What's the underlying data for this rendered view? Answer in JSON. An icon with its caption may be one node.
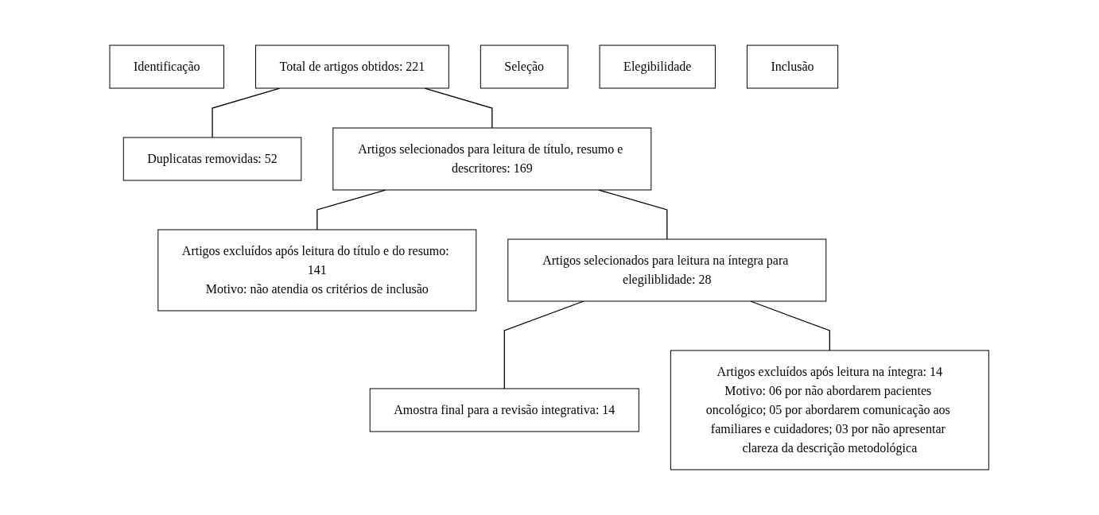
{
  "diagram": {
    "nodes": [
      {
        "text": [
          "Identificação"
        ]
      },
      {
        "text": [
          "Total de artigos obtidos: 221"
        ]
      },
      {
        "text": [
          "Seleção"
        ]
      },
      {
        "text": [
          "Duplicatas removidas: 52"
        ]
      },
      {
        "text": [
          "Artigos selecionados para leitura de título, resumo e descritores: 169"
        ]
      },
      {
        "text": [
          "Elegibilidade"
        ]
      },
      {
        "text": [
          "Artigos excluídos após leitura do título e do resumo: 141",
          "Motivo: não atendia os critérios de inclusão"
        ]
      },
      {
        "text": [
          "Artigos selecionados para leitura na íntegra para elegiliblidade: 28"
        ]
      },
      {
        "text": [
          "Artigos excluídos após leitura na íntegra: 14",
          "Motivo: 06 por não abordarem pacientes oncológico; 05 por abordarem comunicação aos familiares e cuidadores; 03 por não apresentar clareza da descrição metodológica"
        ]
      },
      {
        "text": [
          "Inclusão"
        ]
      },
      {
        "text": [
          "Amostra final para a revisão integrativa: 14"
        ]
      }
    ],
    "edges": [
      {
        "from": 1,
        "to": 4,
        "arrow": "none"
      },
      {
        "from": 1,
        "to": 3,
        "arrow": "none"
      },
      {
        "from": 4,
        "to": 7,
        "arrow": "none"
      },
      {
        "from": 4,
        "to": 6,
        "arrow": "none"
      },
      {
        "from": 7,
        "to": 10,
        "arrow": "none"
      },
      {
        "from": 7,
        "to": 8,
        "arrow": "none"
      }
    ]
  }
}
